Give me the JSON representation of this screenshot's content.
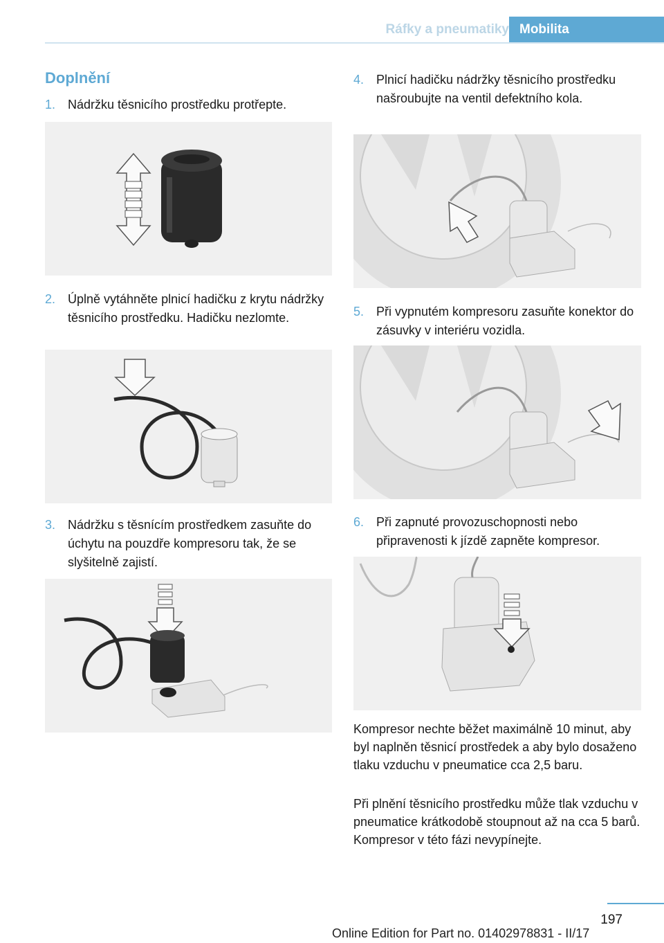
{
  "header": {
    "chapter": "Ráfky a pneumatiky",
    "section": "Mobilita"
  },
  "title": "Doplnění",
  "steps": [
    {
      "num": "1.",
      "text": "Nádržku těsnicího prostředku protřepte."
    },
    {
      "num": "2.",
      "text": "Úplně vytáhněte plnicí hadičku z krytu nádržky těsnicího prostředku. Hadičku nezlomte."
    },
    {
      "num": "3.",
      "text": "Nádržku s těsnícím prostředkem zasuňte do úchytu na pouzdře kompresoru tak, že se slyšitelně zajistí."
    },
    {
      "num": "4.",
      "text": "Plnicí hadičku nádržky těsnicího prostředku našroubujte na ventil defektního kola."
    },
    {
      "num": "5.",
      "text": "Při vypnutém kompresoru zasuňte konektor do zásuvky v interiéru vozidla."
    },
    {
      "num": "6.",
      "text": "Při zapnuté provozuschopnosti nebo připravenosti k jízdě zapněte kompresor."
    }
  ],
  "paragraphs": [
    "Kompresor nechte běžet maximálně 10 minut, aby byl naplněn těsnicí prostředek a aby bylo dosaženo tlaku vzduchu v pneumatice cca 2,5 baru.",
    "Při plnění těsnicího prostředku může tlak vzduchu v pneumatice krátkodobě stoupnout až na cca 5 barů. Kompresor v této fázi nevypínejte."
  ],
  "page_number": "197",
  "footer": "Online Edition for Part no. 01402978831 - II/17"
}
